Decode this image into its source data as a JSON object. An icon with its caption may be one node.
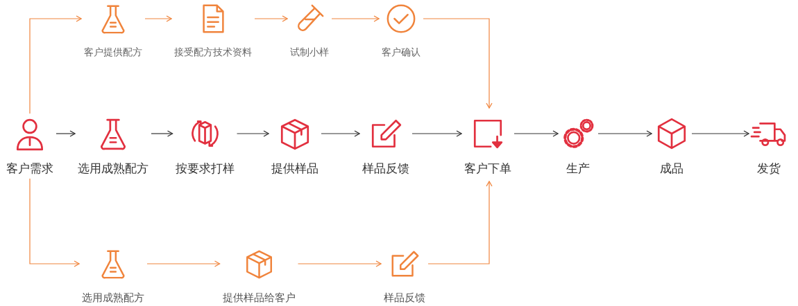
{
  "diagram": {
    "nodes": [
      {
        "text": [
          "客户需求"
        ]
      },
      {
        "text": [
          "客户提供配方"
        ]
      },
      {
        "text": [
          "接受配方技术资料"
        ]
      },
      {
        "text": [
          "试制小样"
        ]
      },
      {
        "text": [
          "客户确认"
        ]
      },
      {
        "text": [
          "选用成熟配方"
        ]
      },
      {
        "text": [
          "按要求打样"
        ]
      },
      {
        "text": [
          "提供样品"
        ]
      },
      {
        "text": [
          "样品反馈"
        ]
      },
      {
        "text": [
          "客户下单"
        ]
      },
      {
        "text": [
          "生产"
        ]
      },
      {
        "text": [
          "成品"
        ]
      },
      {
        "text": [
          "发货"
        ]
      },
      {
        "text": [
          "选用成熟配方"
        ]
      },
      {
        "text": [
          "提供样品给客户"
        ]
      },
      {
        "text": [
          "样品反馈"
        ]
      }
    ],
    "edges": [
      {
        "from": 0,
        "to": 1,
        "arrow": "to"
      },
      {
        "from": 1,
        "to": 2,
        "arrow": "to"
      },
      {
        "from": 2,
        "to": 3,
        "arrow": "to"
      },
      {
        "from": 3,
        "to": 4,
        "arrow": "to"
      },
      {
        "from": 4,
        "to": 9,
        "arrow": "to"
      },
      {
        "from": 0,
        "to": 5,
        "arrow": "to",
        "color": "#333333"
      },
      {
        "from": 5,
        "to": 6,
        "arrow": "to",
        "color": "#333333"
      },
      {
        "from": 6,
        "to": 7,
        "arrow": "to",
        "color": "#333333"
      },
      {
        "from": 7,
        "to": 8,
        "arrow": "to",
        "color": "#333333"
      },
      {
        "from": 8,
        "to": 9,
        "arrow": "to",
        "color": "#333333"
      },
      {
        "from": 9,
        "to": 10,
        "arrow": "to",
        "color": "#333333"
      },
      {
        "from": 10,
        "to": 11,
        "arrow": "to",
        "color": "#333333"
      },
      {
        "from": 11,
        "to": 12,
        "arrow": "to",
        "color": "#333333"
      },
      {
        "from": 0,
        "to": 13,
        "arrow": "to"
      },
      {
        "from": 13,
        "to": 14,
        "arrow": "to"
      },
      {
        "from": 14,
        "to": 15,
        "arrow": "to"
      },
      {
        "from": 15,
        "to": 9,
        "arrow": "to"
      }
    ]
  }
}
